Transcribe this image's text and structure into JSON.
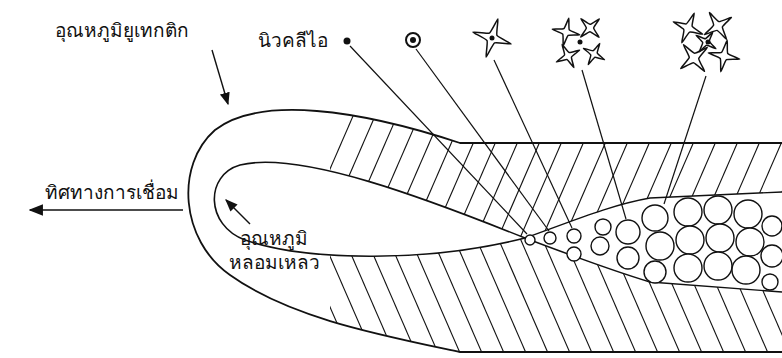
{
  "diagram": {
    "labels": [
      "อุณหภูมิยูเทกติก",
      "นิวคลีไอ",
      "ทิศทางการเชื่อม",
      "อุณหภูมิ หลอมเหลว"
    ]
  }
}
